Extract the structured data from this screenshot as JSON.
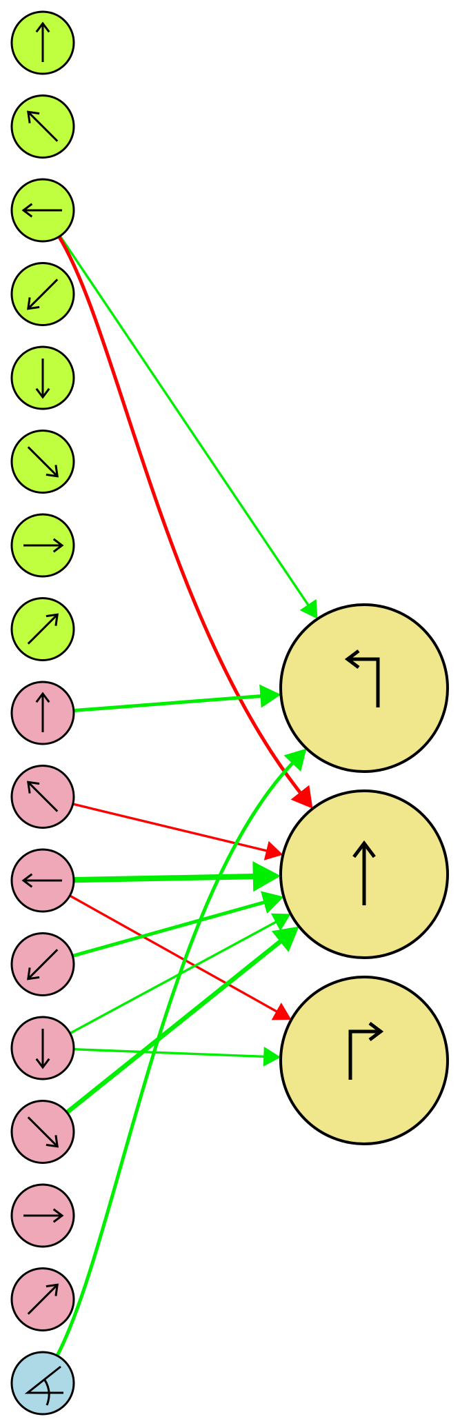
{
  "colors": {
    "background": "#ffffff",
    "visual_node_fill": "#c0ff40",
    "motor_node_fill": "#eea8b8",
    "angle_node_fill": "#add8e6",
    "action_node_fill": "#f0e68c",
    "node_stroke": "#000000",
    "excitatory_edge": "#00ee00",
    "inhibitory_edge": "#ff0000"
  },
  "input_nodes": [
    {
      "id": "v_up",
      "group": "visual",
      "icon": "arrow-up-icon"
    },
    {
      "id": "v_up_left",
      "group": "visual",
      "icon": "arrow-up-left-icon"
    },
    {
      "id": "v_left",
      "group": "visual",
      "icon": "arrow-left-icon"
    },
    {
      "id": "v_down_left",
      "group": "visual",
      "icon": "arrow-down-left-icon"
    },
    {
      "id": "v_down",
      "group": "visual",
      "icon": "arrow-down-icon"
    },
    {
      "id": "v_down_right",
      "group": "visual",
      "icon": "arrow-down-right-icon"
    },
    {
      "id": "v_right",
      "group": "visual",
      "icon": "arrow-right-icon"
    },
    {
      "id": "v_up_right",
      "group": "visual",
      "icon": "arrow-up-right-icon"
    },
    {
      "id": "m_up",
      "group": "motor",
      "icon": "arrow-up-icon"
    },
    {
      "id": "m_up_left",
      "group": "motor",
      "icon": "arrow-up-left-icon"
    },
    {
      "id": "m_left",
      "group": "motor",
      "icon": "arrow-left-icon"
    },
    {
      "id": "m_down_left",
      "group": "motor",
      "icon": "arrow-down-left-icon"
    },
    {
      "id": "m_down",
      "group": "motor",
      "icon": "arrow-down-icon"
    },
    {
      "id": "m_down_right",
      "group": "motor",
      "icon": "arrow-down-right-icon"
    },
    {
      "id": "m_right",
      "group": "motor",
      "icon": "arrow-right-icon"
    },
    {
      "id": "m_up_right",
      "group": "motor",
      "icon": "arrow-up-right-icon"
    },
    {
      "id": "angle",
      "group": "angle",
      "icon": "angle-icon"
    }
  ],
  "output_nodes": [
    {
      "id": "turn_left",
      "icon": "turn-left-icon"
    },
    {
      "id": "forward",
      "icon": "arrow-up-icon"
    },
    {
      "id": "turn_right",
      "icon": "turn-right-icon"
    }
  ],
  "edges": [
    {
      "from": "v_left",
      "to": "turn_left",
      "sign": "excitatory",
      "weight": 1
    },
    {
      "from": "v_left",
      "to": "forward",
      "sign": "inhibitory",
      "weight": 2
    },
    {
      "from": "m_up",
      "to": "turn_left",
      "sign": "excitatory",
      "weight": 2
    },
    {
      "from": "m_up_left",
      "to": "forward",
      "sign": "inhibitory",
      "weight": 1
    },
    {
      "from": "m_left",
      "to": "forward",
      "sign": "excitatory",
      "weight": 4
    },
    {
      "from": "m_left",
      "to": "turn_right",
      "sign": "inhibitory",
      "weight": 1
    },
    {
      "from": "m_down_left",
      "to": "forward",
      "sign": "excitatory",
      "weight": 2
    },
    {
      "from": "m_down",
      "to": "forward",
      "sign": "excitatory",
      "weight": 1
    },
    {
      "from": "m_down",
      "to": "turn_right",
      "sign": "excitatory",
      "weight": 1
    },
    {
      "from": "m_down_right",
      "to": "forward",
      "sign": "excitatory",
      "weight": 3
    },
    {
      "from": "angle",
      "to": "turn_left",
      "sign": "excitatory",
      "weight": 2
    }
  ]
}
